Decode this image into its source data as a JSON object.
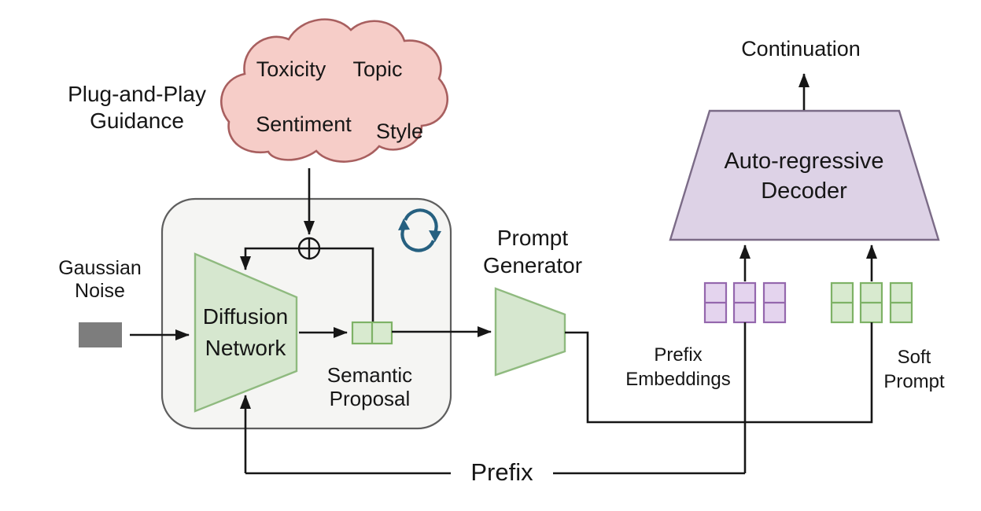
{
  "colors": {
    "background": "#ffffff",
    "line": "#161616",
    "text": "#161616",
    "cloud_fill": "#f6cdc8",
    "cloud_border": "#a85f5f",
    "container_fill": "#f5f5f3",
    "container_border": "#5e5e5e",
    "green_fill": "#d6e7cf",
    "green_border": "#8fba7f",
    "purple_fill": "#ddd2e6",
    "purple_border": "#7b6b87",
    "purple_cell_fill": "#e4d4ee",
    "purple_cell_border": "#9467ad",
    "green_cell_fill": "#d8eacf",
    "green_cell_border": "#7eb266",
    "noise_fill": "#7d7d7d",
    "loop_icon": "#266080",
    "merge_icon_fill": "#f5f5f3"
  },
  "guidance": {
    "label_line1": "Plug-and-Play",
    "label_line2": "Guidance",
    "cloud_terms": {
      "term1": "Toxicity",
      "term2": "Topic",
      "term3": "Sentiment",
      "term4": "Style"
    }
  },
  "input": {
    "label_line1": "Gaussian",
    "label_line2": "Noise"
  },
  "diffusion_module": {
    "network_label_line1": "Diffusion",
    "network_label_line2": "Network",
    "proposal_label_line1": "Semantic",
    "proposal_label_line2": "Proposal",
    "loop_icon": "sync-loop-icon",
    "merge_icon": "circled-plus-icon"
  },
  "generator": {
    "label_line1": "Prompt",
    "label_line2": "Generator"
  },
  "decoder": {
    "label_line1": "Auto-regressive",
    "label_line2": "Decoder",
    "output_label": "Continuation"
  },
  "prompt_inputs": {
    "prefix_label_line1": "Prefix",
    "prefix_label_line2": "Embeddings",
    "soft_label_line1": "Soft",
    "soft_label_line2": "Prompt"
  },
  "feedback": {
    "label": "Prefix"
  }
}
